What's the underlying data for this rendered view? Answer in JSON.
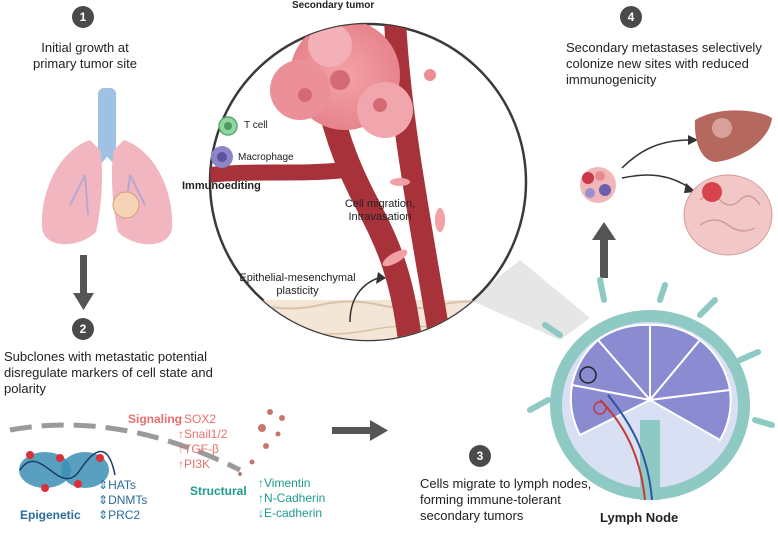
{
  "steps": [
    {
      "number": "1",
      "text": "Initial growth at primary tumor site"
    },
    {
      "number": "2",
      "text": "Subclones with metastatic potential disregulate markers of cell state and polarity"
    },
    {
      "number": "3",
      "text": "Cells migrate to lymph nodes, forming immune-tolerant secondary tumors"
    },
    {
      "number": "4",
      "text": "Secondary metastases selectively colonize new sites with reduced immunogenicity"
    }
  ],
  "circle": {
    "title": "Secondary tumor",
    "t_cell": "T cell",
    "macrophage": "Macrophage",
    "immunoediting": "Immunoediting",
    "migration": "Cell migration, Intravasation",
    "emp": "Epithelial-mesenchymal plasticity"
  },
  "markers": {
    "signaling_label": "Signaling",
    "signaling": [
      "SOX2",
      "Snail1/2",
      "TGF-β",
      "PI3K"
    ],
    "structural_label": "Structural",
    "structural": [
      "Vimentin",
      "N-Cadherin",
      "E-cadherin"
    ],
    "epigenetic_label": "Epigenetic",
    "epigenetic": [
      "HATs",
      "DNMTs",
      "PRC2"
    ]
  },
  "lymph_node_label": "Lymph Node",
  "colors": {
    "signaling": "#e8706b",
    "structural": "#1e9a8f",
    "epigenetic": "#2b6c9e",
    "vessel": "#a8323a",
    "badge": "#4a4a4a"
  }
}
